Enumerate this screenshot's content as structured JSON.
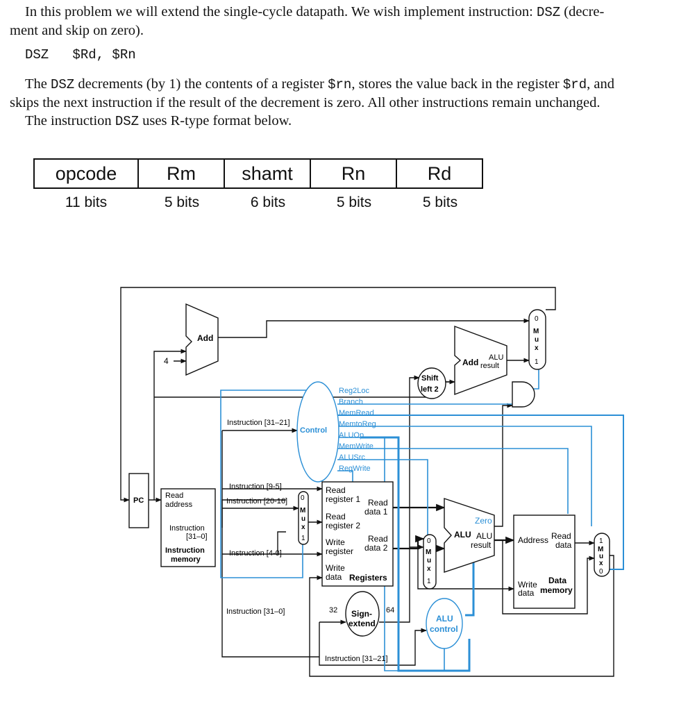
{
  "intro": {
    "text_before": "In this problem we will extend the single-cycle datapath. We wish implement instruction: ",
    "instr": "DSZ",
    "text_mid": " (decre-",
    "line2": "ment and skip on zero)."
  },
  "syntax": "DSZ   $Rd, $Rn",
  "description": {
    "l1_a": "The ",
    "l1_instr": "DSZ",
    "l1_b": " decrements (by 1) the contents of a register ",
    "l1_rn": "$rn",
    "l1_c": ", stores the value back in the register ",
    "l1_rd": "$rd",
    "l1_d": ", and",
    "l2": "skips the next instruction if the result of the decrement is zero. All other instructions remain unchanged.",
    "l3_a": "The instruction ",
    "l3_instr": "DSZ",
    "l3_b": " uses R-type format below."
  },
  "format": {
    "fields": [
      "opcode",
      "Rm",
      "shamt",
      "Rn",
      "Rd"
    ],
    "bits": [
      "11 bits",
      "5 bits",
      "6 bits",
      "5 bits",
      "5 bits"
    ]
  },
  "diagram": {
    "pc": "PC",
    "add_top": "Add",
    "four": "4",
    "add_alu": "Add",
    "alu_result_a": "ALU",
    "alu_result_b": "result",
    "shift_a": "Shift",
    "shift_b": "left 2",
    "control": "Control",
    "signals": [
      "Reg2Loc",
      "Branch",
      "MemRead",
      "MemtoReg",
      "ALUOp",
      "MemWrite",
      "ALUSrc",
      "RegWrite"
    ],
    "instr_31_21": "Instruction [31–21]",
    "instr_9_5": "Instruction [9-5]",
    "instr_20_16": "Instruction [20-16]",
    "instr_4_0": "Instruction [4-0]",
    "instr_31_0": "Instruction [31–0]",
    "instr_31_21_b": "Instruction [31–21]",
    "im_read": "Read",
    "im_address": "address",
    "im_instruction": "Instruction",
    "im_range": "[31–0]",
    "im_title_a": "Instruction",
    "im_title_b": "memory",
    "reg_read1_a": "Read",
    "reg_read1_b": "register 1",
    "reg_read2_a": "Read",
    "reg_read2_b": "register 2",
    "reg_write_a": "Write",
    "reg_write_b": "register",
    "reg_wdata_a": "Write",
    "reg_wdata_b": "data",
    "reg_rdata1_a": "Read",
    "reg_rdata1_b": "data 1",
    "reg_rdata2_a": "Read",
    "reg_rdata2_b": "data 2",
    "registers": "Registers",
    "sign_a": "Sign-",
    "sign_b": "extend",
    "w32": "32",
    "w64": "64",
    "alu": "ALU",
    "zero": "Zero",
    "alu_res_a": "ALU",
    "alu_res_b": "result",
    "alucontrol_a": "ALU",
    "alucontrol_b": "control",
    "dm_address": "Address",
    "dm_read_a": "Read",
    "dm_read_b": "data",
    "dm_write_a": "Write",
    "dm_write_b": "data",
    "dm_title_a": "Data",
    "dm_title_b": "memory",
    "mux_letters": [
      "M",
      "u",
      "x"
    ],
    "mux_0": "0",
    "mux_1": "1",
    "colors": {
      "control": "#2b8fd6",
      "datapath": "#111111"
    }
  }
}
